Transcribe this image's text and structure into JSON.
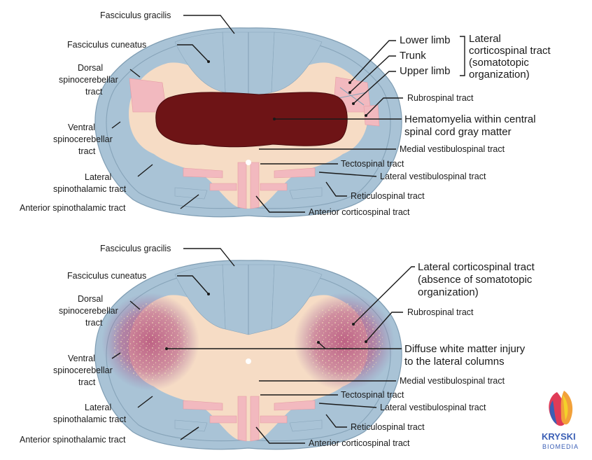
{
  "colors": {
    "white_matter": "#a9c3d6",
    "gray_matter": "#f6dcc5",
    "tract_pink": "#f2b9bf",
    "hematomyelia": "#6e1416",
    "diffuse_injury": "#b8547a"
  },
  "top": {
    "labels": {
      "fasciculus_gracilis": "Fasciculus gracilis",
      "fasciculus_cuneatus": "Fasciculus cuneatus",
      "dorsal_sc_1": "Dorsal",
      "dorsal_sc_2": "spinocerebellar",
      "dorsal_sc_3": "tract",
      "ventral_sc_1": "Ventral",
      "ventral_sc_2": "spinocerebellar",
      "ventral_sc_3": "tract",
      "lateral_st_1": "Lateral",
      "lateral_st_2": "spinothalamic tract",
      "anterior_st": "Anterior spinothalamic tract",
      "lower_limb": "Lower limb",
      "trunk": "Trunk",
      "upper_limb": "Upper limb",
      "lcst_1": "Lateral",
      "lcst_2": "corticospinal tract",
      "lcst_3": "(somatotopic",
      "lcst_4": "organization)",
      "rubrospinal": "Rubrospinal tract",
      "hemato_1": "Hematomyelia within central",
      "hemato_2": "spinal cord gray matter",
      "medial_vest": "Medial vestibulospinal tract",
      "tectospinal": "Tectospinal tract",
      "lateral_vest": "Lateral vestibulospinal tract",
      "reticulospinal": "Reticulospinal tract",
      "anterior_cst": "Anterior corticospinal tract"
    }
  },
  "bottom": {
    "labels": {
      "fasciculus_gracilis": "Fasciculus gracilis",
      "fasciculus_cuneatus": "Fasciculus cuneatus",
      "dorsal_sc_1": "Dorsal",
      "dorsal_sc_2": "spinocerebellar",
      "dorsal_sc_3": "tract",
      "ventral_sc_1": "Ventral",
      "ventral_sc_2": "spinocerebellar",
      "ventral_sc_3": "tract",
      "lateral_st_1": "Lateral",
      "lateral_st_2": "spinothalamic tract",
      "anterior_st": "Anterior spinothalamic tract",
      "lcst_1": "Lateral corticospinal tract",
      "lcst_2": "(absence of somatotopic",
      "lcst_3": "organization)",
      "rubrospinal": "Rubrospinal tract",
      "diffuse_1": "Diffuse white matter injury",
      "diffuse_2": "to the lateral columns",
      "medial_vest": "Medial vestibulospinal tract",
      "tectospinal": "Tectospinal tract",
      "lateral_vest": "Lateral vestibulospinal tract",
      "reticulospinal": "Reticulospinal tract",
      "anterior_cst": "Anterior corticospinal tract"
    }
  },
  "logo": {
    "name": "KRYSKI",
    "sub": "BIOMEDIA"
  }
}
